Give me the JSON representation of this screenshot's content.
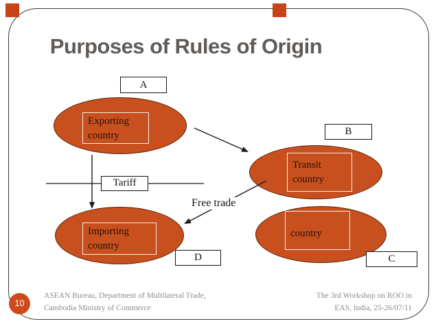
{
  "slide": {
    "title": "Purposes of Rules of Origin",
    "page_number": "10",
    "footer": {
      "left_line1": "ASEAN Bureau, Department of Multilateral Trade,",
      "left_line2": "Cambodia Ministry of Commerce",
      "right_line1": "The 3rd Workshop on ROO in",
      "right_line2": "EAS, India, 25-26/07/11"
    }
  },
  "diagram": {
    "nodes": {
      "exporting": {
        "line1": "Exporting",
        "line2": "country"
      },
      "transit": {
        "line1": "Transit",
        "line2": "country"
      },
      "importing": {
        "line1": "Importing",
        "line2": "country"
      },
      "country": {
        "line1": "country"
      }
    },
    "tags": {
      "a": "A",
      "b": "B",
      "c": "C",
      "d": "D"
    },
    "labels": {
      "tariff": "Tariff",
      "free_trade": "Free trade"
    }
  },
  "colors": {
    "ellipse_fill": "#c8501f",
    "ellipse_border": "#5f2004",
    "accent_square": "#c84317",
    "page_badge": "#ce4a1c",
    "title_gray": "#5f5b58",
    "footer_gray": "#8f8c87"
  }
}
